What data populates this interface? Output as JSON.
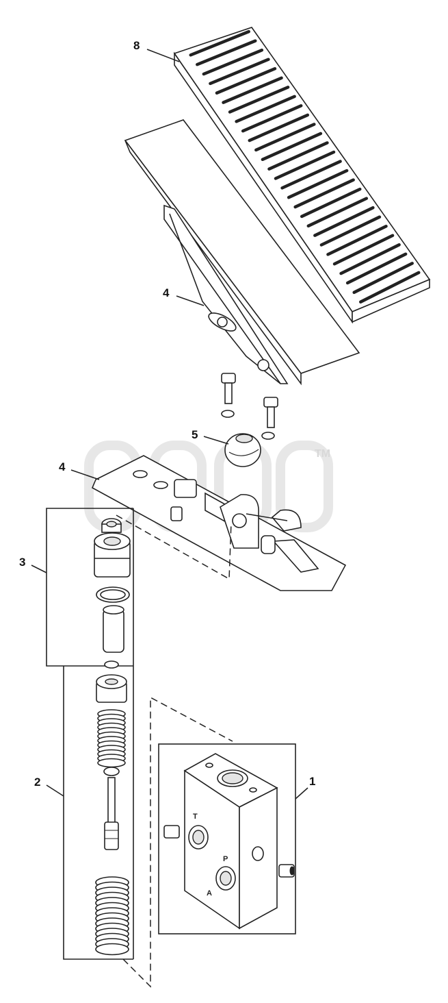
{
  "callouts": [
    "8",
    "4",
    "5",
    "4",
    "3",
    "2",
    "1"
  ],
  "port_marks": [
    "T",
    "P",
    "A"
  ],
  "watermark": "TM"
}
